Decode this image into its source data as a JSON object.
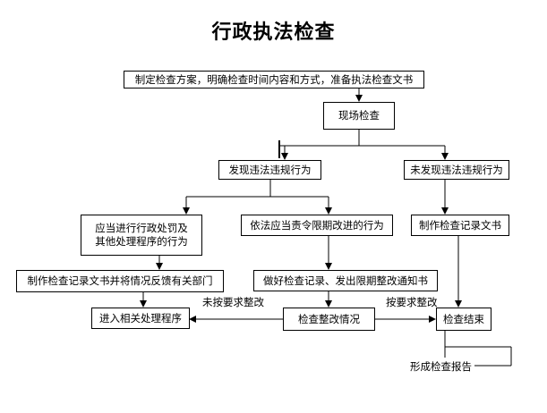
{
  "title": "行政执法检查",
  "nodes": {
    "plan": "制定检查方案，明确检查时间内容和方式，准备执法检查文书",
    "site": "现场检查",
    "found": "发现违法违规行为",
    "not_found": "未发现违法违规行为",
    "admin_line1": "应当进行行政处罚及",
    "admin_line2": "其他处理程序的行为",
    "order": "依法应当责令限期改进的行为",
    "record_right": "制作检查记录文书",
    "record_left": "制作检查记录文书并将情况反馈有关部门",
    "notice": "做好检查记录、发出限期整改通知书",
    "other_proc": "进入相关处理程序",
    "rectify": "检查整改情况",
    "end": "检查结束",
    "report": "形成检查报告"
  },
  "edge_labels": {
    "not_as_required": "未按要求整改",
    "as_required": "按要求整改"
  }
}
